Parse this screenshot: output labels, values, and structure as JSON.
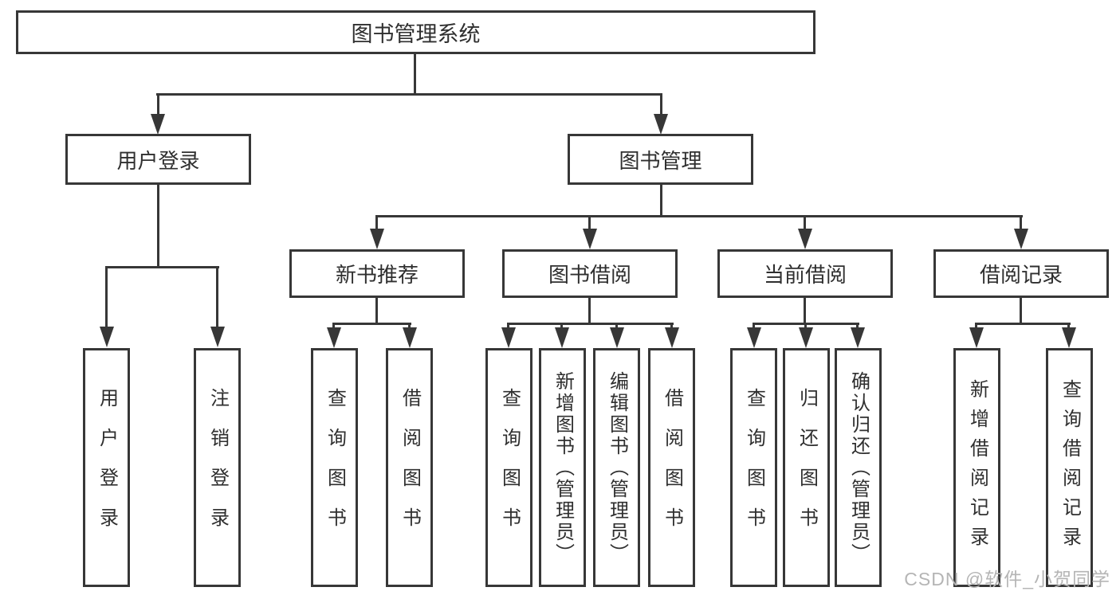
{
  "colors": {
    "line": "#373737",
    "text": "#2f2f2f",
    "box_background": "#ffffff",
    "watermark": "#b5b5b5",
    "background": "#ffffff"
  },
  "watermark": {
    "text": "CSDN @软件_小贺同学"
  },
  "tree": {
    "root": {
      "label": "图书管理系统"
    },
    "branches": [
      {
        "label": "用户登录",
        "children": [
          {
            "label": "用户登录"
          },
          {
            "label": "注销登录"
          }
        ]
      },
      {
        "label": "图书管理",
        "groups": [
          {
            "label": "新书推荐",
            "children": [
              {
                "label": "查询图书"
              },
              {
                "label": "借阅图书"
              }
            ]
          },
          {
            "label": "图书借阅",
            "children": [
              {
                "label": "查询图书"
              },
              {
                "label": "新增图书（管理员）"
              },
              {
                "label": "编辑图书（管理员）"
              },
              {
                "label": "借阅图书"
              }
            ]
          },
          {
            "label": "当前借阅",
            "children": [
              {
                "label": "查询图书"
              },
              {
                "label": "归还图书"
              },
              {
                "label": "确认归还（管理员）"
              }
            ]
          },
          {
            "label": "借阅记录",
            "children": [
              {
                "label": "新增借阅记录"
              },
              {
                "label": "查询借阅记录"
              }
            ]
          }
        ]
      }
    ]
  }
}
